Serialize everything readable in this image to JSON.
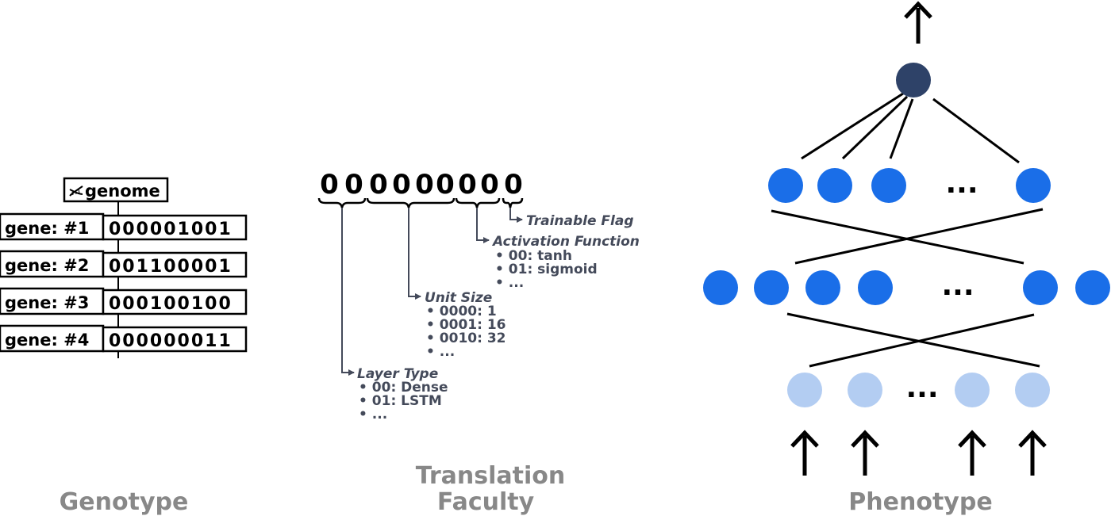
{
  "genotype": {
    "title": "Genotype",
    "genome_label": "genome",
    "genes": [
      {
        "label": "gene: #1",
        "bits": "000001001"
      },
      {
        "label": "gene: #2",
        "bits": "001100001"
      },
      {
        "label": "gene: #3",
        "bits": "000100100"
      },
      {
        "label": "gene: #4",
        "bits": "000000011"
      }
    ]
  },
  "translation": {
    "title_line1": "Translation",
    "title_line2": "Faculty",
    "bits": [
      "0",
      "0",
      "0",
      "0",
      "0",
      "0",
      "0",
      "0",
      "0"
    ],
    "trainable_flag": "Trainable Flag",
    "activation": {
      "label": "Activation Function",
      "options": [
        "• 00: tanh",
        "• 01: sigmoid",
        "• ..."
      ]
    },
    "unit_size": {
      "label": "Unit Size",
      "options": [
        "• 0000:   1",
        "• 0001: 16",
        "• 0010: 32",
        "• ..."
      ]
    },
    "layer_type": {
      "label": "Layer Type",
      "options": [
        "• 00: Dense",
        "• 01: LSTM",
        "• ..."
      ]
    }
  },
  "phenotype": {
    "title": "Phenotype",
    "ellipsis": "...",
    "colors": {
      "output_node": "#2e4268",
      "hidden_node": "#1a6ee8",
      "input_node": "#b3cdf2"
    }
  }
}
